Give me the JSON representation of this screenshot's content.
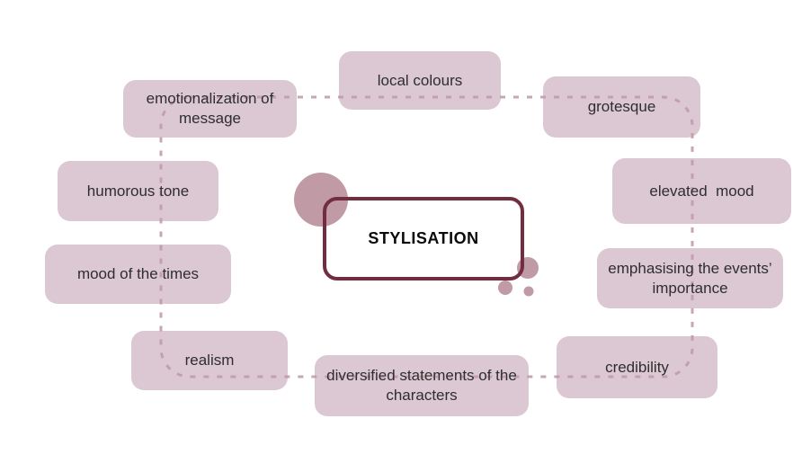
{
  "diagram": {
    "title": "STYLISATION",
    "type": "radial-concept-map",
    "nodes": [
      {
        "label": "emotionalization of message"
      },
      {
        "label": "local colours"
      },
      {
        "label": "grotesque"
      },
      {
        "label": "elevated  mood"
      },
      {
        "label": "emphasising the events’ importance"
      },
      {
        "label": "credibility"
      },
      {
        "label": "diversified statements of the characters"
      },
      {
        "label": "realism"
      },
      {
        "label": "mood of the times"
      },
      {
        "label": "humorous tone"
      }
    ]
  },
  "colors": {
    "background": "#ffffff",
    "node_fill": "#dcc7d1",
    "dash": "#c7a7b2",
    "center_border": "#722d40",
    "center_fill": "#ffffff",
    "circle_fill": "#c09aa5",
    "label_text": "#2e2e2e",
    "title_text": "#0a0a0a"
  }
}
